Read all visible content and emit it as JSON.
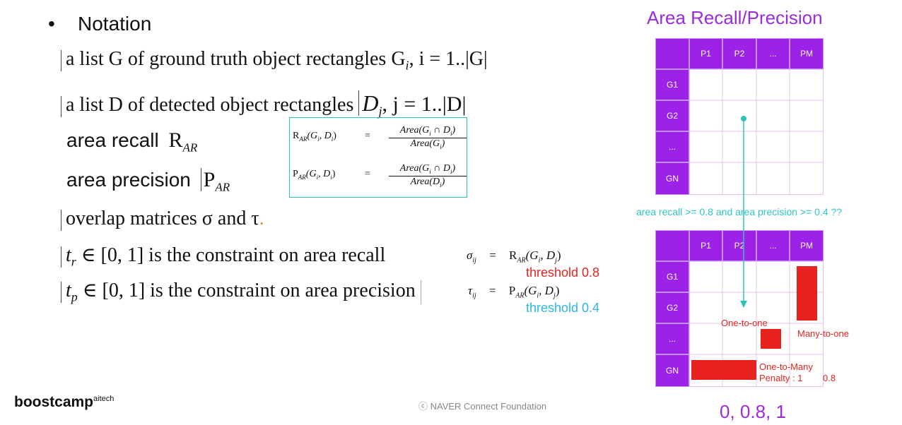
{
  "slide": {
    "bullet": "•",
    "heading": "Notation",
    "lines": {
      "g_list": "a list G of ground truth object rectangles G",
      "g_list_sub": "i",
      "g_list_tail": ", i = 1..|G|",
      "d_list": "a list D of detected object rectangles",
      "d_list_math": "D",
      "d_list_sub": "j",
      "d_list_tail": ", j = 1..|D|",
      "area_recall": "area recall",
      "area_recall_sym": "R",
      "area_recall_sub": "AR",
      "area_precision": "area precision",
      "area_precision_sym": "P",
      "area_precision_sub": "AR",
      "overlap": "overlap matrices σ and τ",
      "overlap_dot": ".",
      "tr": "t",
      "tr_sub": "r",
      "tr_text": "∈ [0, 1] is the constraint on area recall",
      "tp": "t",
      "tp_sub": "p",
      "tp_text": "∈ [0, 1] is the constraint on area precision"
    },
    "formulas": {
      "recall_lhs": "R",
      "recall_lhs_sub": "AR",
      "recall_lhs_args": "(G",
      "recall_lhs_args_sub": "i",
      "recall_lhs_args_tail": ", D",
      "recall_lhs_args_sub2": "i",
      "recall_lhs_close": ")",
      "eq": "=",
      "recall_num": "Area(G",
      "recall_num_sub": "i",
      "recall_num_mid": " ∩ D",
      "recall_num_sub2": "i",
      "recall_num_close": ")",
      "recall_den": "Area(G",
      "recall_den_sub": "i",
      "recall_den_close": ")",
      "prec_lhs": "P",
      "prec_lhs_sub": "AR",
      "prec_lhs_args": "(G",
      "prec_lhs_args_sub": "i",
      "prec_lhs_args_tail": ", D",
      "prec_lhs_args_sub2": "i",
      "prec_lhs_close": ")",
      "prec_num": "Area(G",
      "prec_num_sub": "i",
      "prec_num_mid": " ∩ D",
      "prec_num_sub2": "i",
      "prec_num_close": ")",
      "prec_den": "Area(D",
      "prec_den_sub": "i",
      "prec_den_close": ")",
      "sigma": "σ",
      "sigma_sub": "ij",
      "sigma_rhs": "R",
      "sigma_rhs_sub": "AR",
      "sigma_rhs_args": "(G",
      "sigma_rhs_args_sub": "i",
      "sigma_rhs_args_tail": ", D",
      "sigma_rhs_args_sub2": "j",
      "sigma_rhs_close": ")",
      "tau": "τ",
      "tau_sub": "ij",
      "tau_rhs": "P",
      "tau_rhs_sub": "AR",
      "tau_rhs_args": "(G",
      "tau_rhs_args_sub": "i",
      "tau_rhs_args_tail": ", D",
      "tau_rhs_args_sub2": "j",
      "tau_rhs_close": ")",
      "threshold_recall": "threshold 0.8",
      "threshold_precision": "threshold 0.4"
    },
    "grid": {
      "title": "Area Recall/Precision",
      "columns": [
        "P1",
        "P2",
        "...",
        "PM"
      ],
      "rows": [
        "G1",
        "G2",
        "...",
        "GN"
      ],
      "condition": "area recall >= 0.8 and area precision >= 0.4 ??",
      "labels": {
        "one_to_one": "One-to-one",
        "many_to_one": "Many-to-one",
        "one_to_many": "One-to-Many",
        "penalty": "Penalty : 1",
        "penalty_val": "0.8"
      },
      "bottom_values": "0, 0.8, 1"
    },
    "colors": {
      "accent_purple": "#9b22e6",
      "teal": "#2cc4b8",
      "red": "#e8231f",
      "threshold_blue": "#2bb7e6"
    },
    "footer": {
      "logo": "boostcamp",
      "logo_sup": "aitech",
      "copyright": "ⓒ NAVER Connect Foundation"
    }
  }
}
